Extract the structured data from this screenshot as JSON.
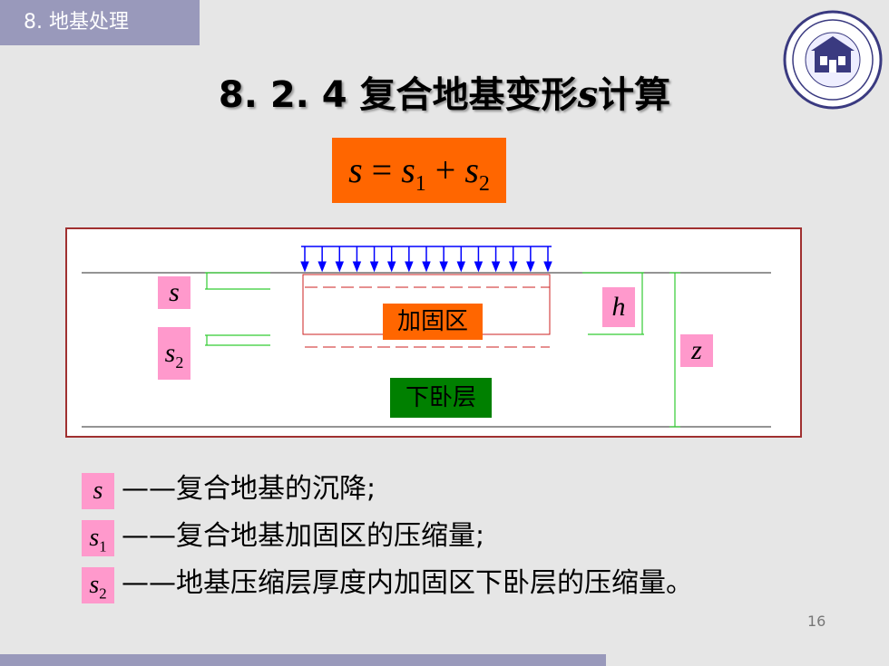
{
  "section_tag": "8. 地基处理",
  "title": {
    "prefix": "8. 2. 4 复合地基变形",
    "variable": "s",
    "suffix": "计算"
  },
  "formula": {
    "s": "s",
    "eq": " = ",
    "s1": "s",
    "s1_sub": "1",
    "plus": " + ",
    "s2": "s",
    "s2_sub": "2"
  },
  "diagram": {
    "label_s": "s",
    "label_s2": "s",
    "label_s2_sub": "2",
    "label_h": "h",
    "label_z": "z",
    "zone_reinforced": "加固区",
    "zone_underlying": "下卧层"
  },
  "definitions": [
    {
      "symbol": "s",
      "subscript": "",
      "text": "——复合地基的沉降;"
    },
    {
      "symbol": "s",
      "subscript": "1",
      "text": "——复合地基加固区的压缩量;"
    },
    {
      "symbol": "s",
      "subscript": "2",
      "text": "——地基压缩层厚度内加固区下卧层的压缩量。"
    }
  ],
  "page_number": "16",
  "colors": {
    "orange": "#ff6600",
    "pink": "#ff99cc",
    "green": "#008000",
    "tag": "#9999bb",
    "load_arrow": "#0000ff"
  }
}
